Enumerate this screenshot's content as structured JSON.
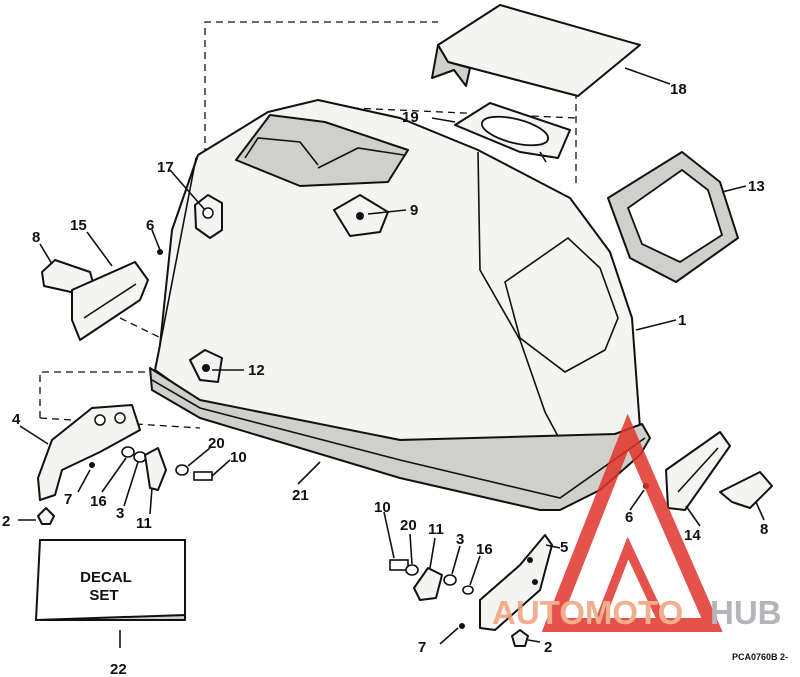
{
  "callouts": {
    "c1": "1",
    "c2a": "2",
    "c2b": "2",
    "c3a": "3",
    "c3b": "3",
    "c4": "4",
    "c5": "5",
    "c6a": "6",
    "c6b": "6",
    "c7a": "7",
    "c7b": "7",
    "c8a": "8",
    "c8b": "8",
    "c9": "9",
    "c10a": "10",
    "c10b": "10",
    "c11a": "11",
    "c11b": "11",
    "c12": "12",
    "c13": "13",
    "c14": "14",
    "c15": "15",
    "c16a": "16",
    "c16b": "16",
    "c17": "17",
    "c18": "18",
    "c19": "19",
    "c20a": "20",
    "c20b": "20",
    "c21": "21",
    "c22": "22"
  },
  "decal": {
    "line1": "DECAL",
    "line2": "SET"
  },
  "doc_id": "PCA0760B  2-",
  "watermark": {
    "part1": "AUTOMOTO",
    "part2": "HUB"
  },
  "colors": {
    "line": "#111111",
    "watermark_red": "#e0342c",
    "watermark_orange": "#f0a27a",
    "watermark_gray": "#a9a9ad"
  }
}
